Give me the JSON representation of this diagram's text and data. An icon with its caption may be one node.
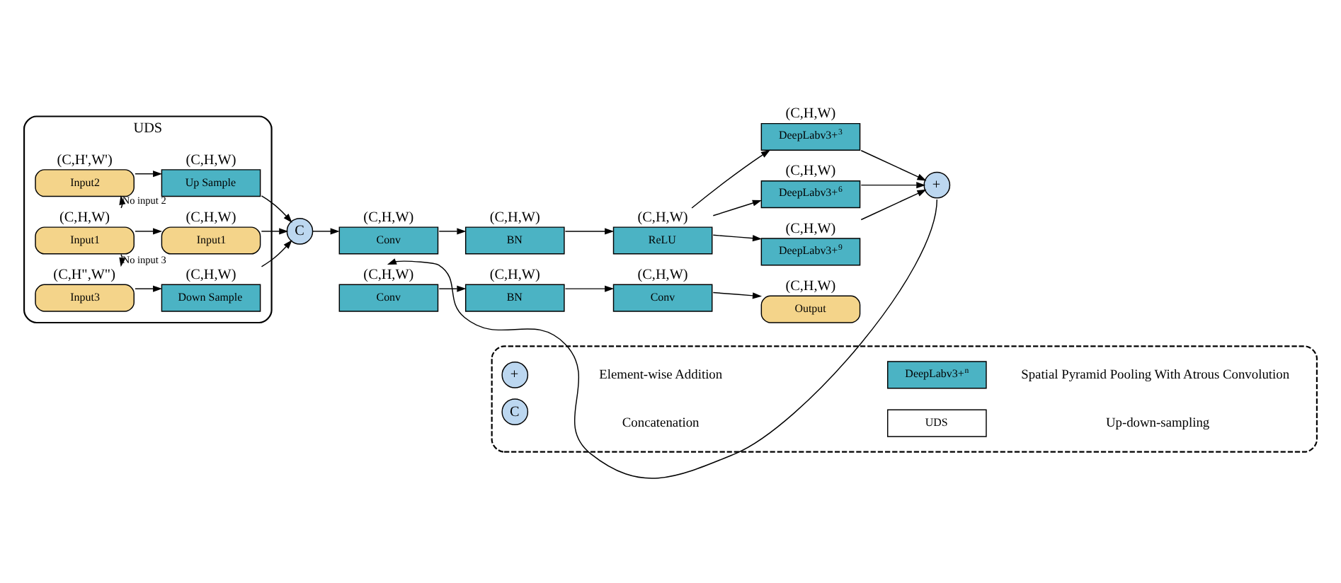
{
  "diagram": {
    "nodes": [
      {
        "text": [
          "UDS"
        ]
      },
      {
        "text": [
          "Input3"
        ],
        "in": 0,
        "beside": [
          "(C,H\",W\")"
        ]
      },
      {
        "text": [
          "Down Sample"
        ],
        "in": 0,
        "beside": [
          "(C,H,W)"
        ]
      },
      {
        "text": [
          "Input1"
        ],
        "in": 0,
        "beside": [
          "(C,H,W)"
        ]
      },
      {
        "text": [
          "Input1"
        ],
        "in": 0,
        "beside": [
          "(C,H,W)"
        ]
      },
      {
        "text": [
          "Input2"
        ],
        "in": 0,
        "beside": [
          "(C,H',W')"
        ]
      },
      {
        "text": [
          "Up Sample"
        ],
        "in": 0,
        "beside": [
          "(C,H,W)"
        ]
      },
      {
        "text": [
          "C"
        ]
      },
      {
        "text": [
          "Conv"
        ],
        "beside": [
          "(C,H,W)"
        ]
      },
      {
        "text": [
          "BN"
        ],
        "beside": [
          "(C,H,W)"
        ]
      },
      {
        "text": [
          "ReLU"
        ],
        "beside": [
          "(C,H,W)"
        ]
      },
      {
        "text": [
          "DeepLabv3+$^{3}$"
        ],
        "beside": [
          "(C,H,W)"
        ]
      },
      {
        "text": [
          "DeepLabv3+$^{6}$"
        ],
        "beside": [
          "(C,H,W)"
        ]
      },
      {
        "text": [
          "DeepLabv3+$^{9}$"
        ],
        "beside": [
          "(C,H,W)"
        ]
      },
      {
        "text": [
          "+"
        ]
      },
      {
        "text": [
          "Conv"
        ],
        "beside": [
          "(C,H,W)"
        ]
      },
      {
        "text": [
          "BN"
        ],
        "beside": [
          "(C,H,W)"
        ]
      },
      {
        "text": [
          "Conv"
        ],
        "beside": [
          "(C,H,W)"
        ]
      },
      {
        "text": [
          "Output"
        ],
        "beside": [
          "(C,H,W)"
        ]
      },
      {
        "text": [],
        "shape": "box"
      },
      {
        "text": [
          "C"
        ],
        "in": 19
      },
      {
        "text": [
          "UDS"
        ],
        "in": 19
      },
      {
        "text": [
          "+"
        ],
        "in": 19
      },
      {
        "text": [
          "DeepLabv3+$^{n}$"
        ],
        "in": 19
      }
    ],
    "edges": [
      {
        "from": 3,
        "to": 1,
        "arrow": "to",
        "label": "No input 3"
      },
      {
        "from": 3,
        "to": 5,
        "arrow": "to",
        "label": "No input 2"
      },
      {
        "from": 1,
        "to": 2,
        "arrow": "to"
      },
      {
        "from": 3,
        "to": 4,
        "arrow": "to"
      },
      {
        "from": 5,
        "to": 6,
        "arrow": "to"
      },
      {
        "from": 2,
        "to": 7,
        "arrow": "to"
      },
      {
        "from": 4,
        "to": 7,
        "arrow": "to"
      },
      {
        "from": 6,
        "to": 7,
        "arrow": "to"
      },
      {
        "from": 7,
        "to": 8,
        "arrow": "to"
      },
      {
        "from": 8,
        "to": 9,
        "arrow": "to"
      },
      {
        "from": 9,
        "to": 10,
        "arrow": "to"
      },
      {
        "from": 10,
        "to": 11,
        "arrow": "to"
      },
      {
        "from": 10,
        "to": 12,
        "arrow": "to"
      },
      {
        "from": 10,
        "to": 13,
        "arrow": "to"
      },
      {
        "from": 11,
        "to": 14,
        "arrow": "to"
      },
      {
        "from": 12,
        "to": 14,
        "arrow": "to"
      },
      {
        "from": 13,
        "to": 14,
        "arrow": "to"
      },
      {
        "from": 14,
        "to": 15,
        "arrow": "to"
      },
      {
        "from": 15,
        "to": 16,
        "arrow": "to"
      },
      {
        "from": 16,
        "to": 17,
        "arrow": "to"
      },
      {
        "from": 17,
        "to": 18,
        "arrow": "to"
      }
    ],
    "legend": [
      {
        "text": "Concatenation"
      },
      {
        "text": "Up-down-sampling"
      },
      {
        "text": "Element-wise Addition"
      },
      {
        "text": "Spatial Pyramid Pooling With Atrous Convolution"
      }
    ]
  }
}
